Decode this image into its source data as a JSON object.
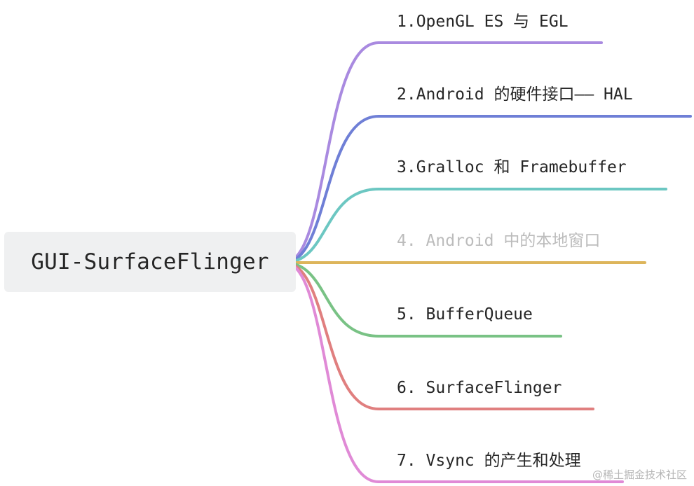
{
  "root": {
    "label": "GUI-SurfaceFlinger"
  },
  "branches": [
    {
      "label": "1.OpenGL ES 与 EGL",
      "color": "#a98ae0",
      "muted": false
    },
    {
      "label": "2.Android 的硬件接口—— HAL",
      "color": "#6f7fd6",
      "muted": false
    },
    {
      "label": "3.Gralloc 和 Framebuffer",
      "color": "#6cc7c2",
      "muted": false
    },
    {
      "label": "4. Android 中的本地窗口",
      "color": "#ddb55b",
      "muted": true
    },
    {
      "label": "5. BufferQueue",
      "color": "#79c285",
      "muted": false
    },
    {
      "label": "6. SurfaceFlinger",
      "color": "#e07f7f",
      "muted": false
    },
    {
      "label": "7. Vsync 的产生和处理",
      "color": "#e08ad6",
      "muted": false
    }
  ],
  "watermark": "@稀土掘金技术社区"
}
